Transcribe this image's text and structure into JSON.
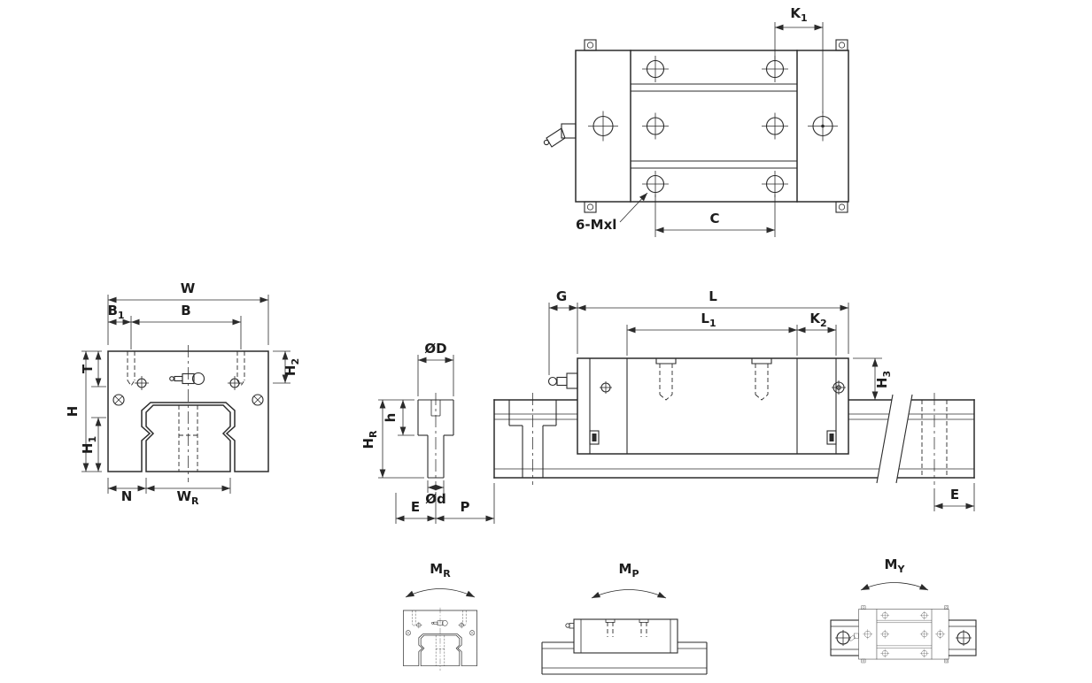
{
  "drawing": {
    "kind": "technical-dimension-drawing",
    "subject": "linear-motion-guide-rail-and-carriage",
    "colors": {
      "line": "#2b2b2b",
      "background": "#ffffff"
    }
  },
  "views": {
    "top": {
      "k1": {
        "b": "K",
        "s": "1"
      },
      "c": {
        "b": "C",
        "s": ""
      },
      "thread_callout": {
        "b": "6-Mxl",
        "s": ""
      }
    },
    "front": {
      "w": {
        "b": "W",
        "s": ""
      },
      "b": {
        "b": "B",
        "s": ""
      },
      "b1": {
        "b": "B",
        "s": "1"
      },
      "t": {
        "b": "T",
        "s": ""
      },
      "h": {
        "b": "H",
        "s": ""
      },
      "h1": {
        "b": "H",
        "s": "1"
      },
      "h2": {
        "b": "H",
        "s": "2"
      },
      "n": {
        "b": "N",
        "s": ""
      },
      "wr": {
        "b": "W",
        "s": "R"
      }
    },
    "side": {
      "g": {
        "b": "G",
        "s": ""
      },
      "l": {
        "b": "L",
        "s": ""
      },
      "l1": {
        "b": "L",
        "s": "1"
      },
      "k2": {
        "b": "K",
        "s": "2"
      },
      "h3": {
        "b": "H",
        "s": "3"
      },
      "dD": {
        "b": "ØD",
        "s": ""
      },
      "h_head": {
        "b": "h",
        "s": ""
      },
      "hr": {
        "b": "H",
        "s": "R"
      },
      "dd": {
        "b": "Ød",
        "s": ""
      },
      "e_left": {
        "b": "E",
        "s": ""
      },
      "p": {
        "b": "P",
        "s": ""
      },
      "e_right": {
        "b": "E",
        "s": ""
      }
    },
    "moments": {
      "mr": {
        "b": "M",
        "s": "R"
      },
      "mp": {
        "b": "M",
        "s": "P"
      },
      "my": {
        "b": "M",
        "s": "Y"
      }
    }
  }
}
